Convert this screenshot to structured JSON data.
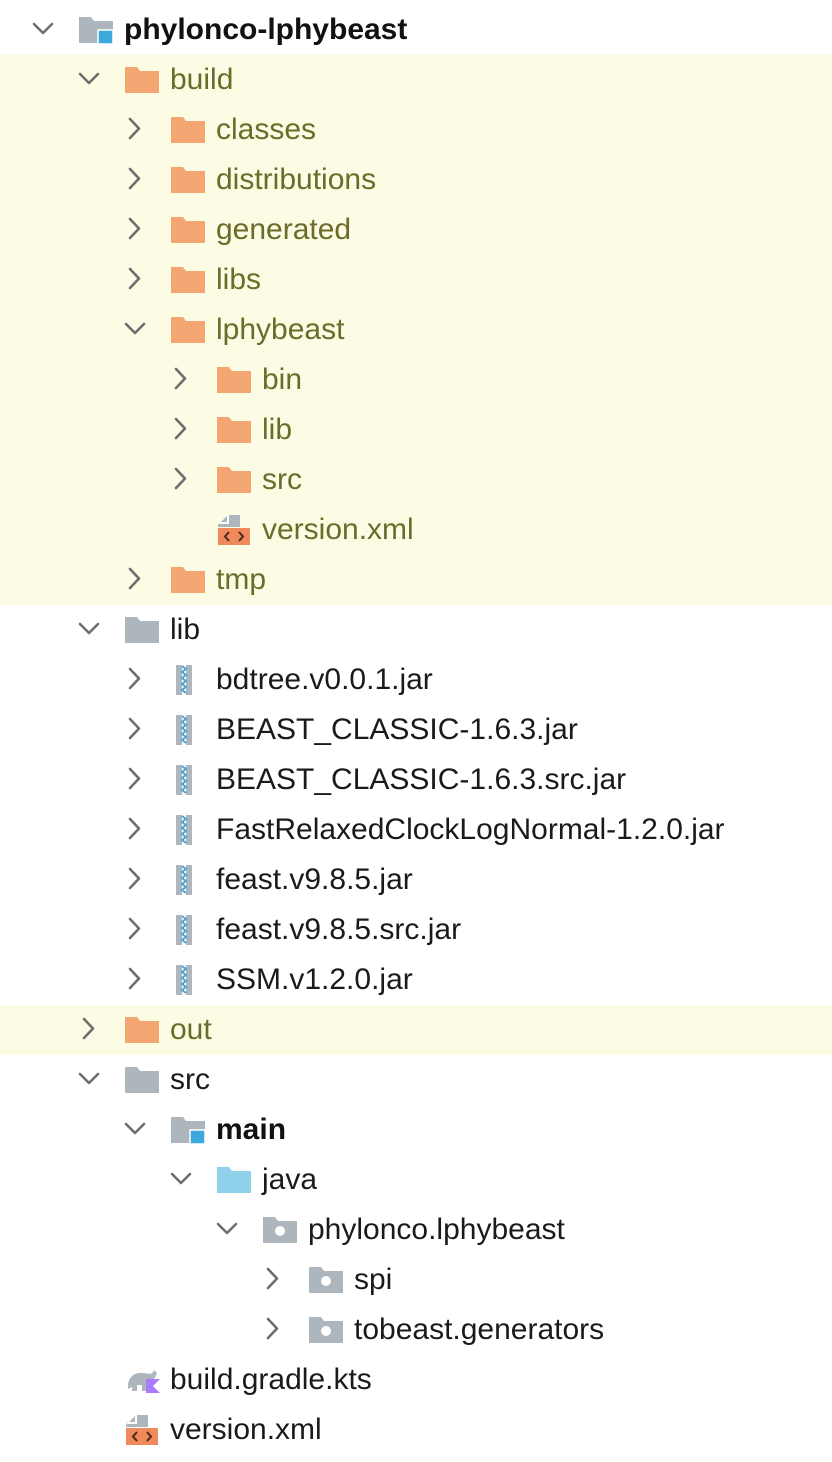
{
  "colors": {
    "excluded_bg": "#fcfbe3",
    "excluded_text": "#6b6b2a",
    "normal_text": "#1a1a1a",
    "folder_excluded": "#f4a672",
    "folder_gray": "#aeb6bd",
    "folder_source": "#8fd0ea",
    "module_badge": "#3ca8dc",
    "xml_badge": "#f08a5d",
    "chevron": "#6e6e6e"
  },
  "tree": [
    {
      "label": "phylonco-lphybeast",
      "depth": 0,
      "icon": "module-folder-icon",
      "chevron": "expanded",
      "bold": true
    },
    {
      "label": "build",
      "depth": 1,
      "icon": "excluded-folder-icon",
      "chevron": "expanded",
      "excluded": true
    },
    {
      "label": "classes",
      "depth": 2,
      "icon": "excluded-folder-icon",
      "chevron": "collapsed",
      "excluded": true
    },
    {
      "label": "distributions",
      "depth": 2,
      "icon": "excluded-folder-icon",
      "chevron": "collapsed",
      "excluded": true
    },
    {
      "label": "generated",
      "depth": 2,
      "icon": "excluded-folder-icon",
      "chevron": "collapsed",
      "excluded": true
    },
    {
      "label": "libs",
      "depth": 2,
      "icon": "excluded-folder-icon",
      "chevron": "collapsed",
      "excluded": true
    },
    {
      "label": "lphybeast",
      "depth": 2,
      "icon": "excluded-folder-icon",
      "chevron": "expanded",
      "excluded": true
    },
    {
      "label": "bin",
      "depth": 3,
      "icon": "excluded-folder-icon",
      "chevron": "collapsed",
      "excluded": true
    },
    {
      "label": "lib",
      "depth": 3,
      "icon": "excluded-folder-icon",
      "chevron": "collapsed",
      "excluded": true
    },
    {
      "label": "src",
      "depth": 3,
      "icon": "excluded-folder-icon",
      "chevron": "collapsed",
      "excluded": true
    },
    {
      "label": "version.xml",
      "depth": 3,
      "icon": "xml-file-icon",
      "chevron": "none",
      "excluded": true
    },
    {
      "label": "tmp",
      "depth": 2,
      "icon": "excluded-folder-icon",
      "chevron": "collapsed",
      "excluded": true
    },
    {
      "label": "lib",
      "depth": 1,
      "icon": "folder-icon",
      "chevron": "expanded"
    },
    {
      "label": "bdtree.v0.0.1.jar",
      "depth": 2,
      "icon": "jar-archive-icon",
      "chevron": "collapsed"
    },
    {
      "label": "BEAST_CLASSIC-1.6.3.jar",
      "depth": 2,
      "icon": "jar-archive-icon",
      "chevron": "collapsed"
    },
    {
      "label": "BEAST_CLASSIC-1.6.3.src.jar",
      "depth": 2,
      "icon": "jar-archive-icon",
      "chevron": "collapsed"
    },
    {
      "label": "FastRelaxedClockLogNormal-1.2.0.jar",
      "depth": 2,
      "icon": "jar-archive-icon",
      "chevron": "collapsed"
    },
    {
      "label": "feast.v9.8.5.jar",
      "depth": 2,
      "icon": "jar-archive-icon",
      "chevron": "collapsed"
    },
    {
      "label": "feast.v9.8.5.src.jar",
      "depth": 2,
      "icon": "jar-archive-icon",
      "chevron": "collapsed"
    },
    {
      "label": "SSM.v1.2.0.jar",
      "depth": 2,
      "icon": "jar-archive-icon",
      "chevron": "collapsed"
    },
    {
      "label": "out",
      "depth": 1,
      "icon": "excluded-folder-icon",
      "chevron": "collapsed",
      "excluded": true
    },
    {
      "label": "src",
      "depth": 1,
      "icon": "folder-icon",
      "chevron": "expanded"
    },
    {
      "label": "main",
      "depth": 2,
      "icon": "module-folder-icon",
      "chevron": "expanded",
      "bold": true
    },
    {
      "label": "java",
      "depth": 3,
      "icon": "source-folder-icon",
      "chevron": "expanded"
    },
    {
      "label": "phylonco.lphybeast",
      "depth": 4,
      "icon": "package-icon",
      "chevron": "expanded"
    },
    {
      "label": "spi",
      "depth": 5,
      "icon": "package-icon",
      "chevron": "collapsed"
    },
    {
      "label": "tobeast.generators",
      "depth": 5,
      "icon": "package-icon",
      "chevron": "collapsed"
    },
    {
      "label": "build.gradle.kts",
      "depth": 1,
      "icon": "gradle-kotlin-icon",
      "chevron": "none"
    },
    {
      "label": "version.xml",
      "depth": 1,
      "icon": "xml-file-icon",
      "chevron": "none"
    }
  ]
}
